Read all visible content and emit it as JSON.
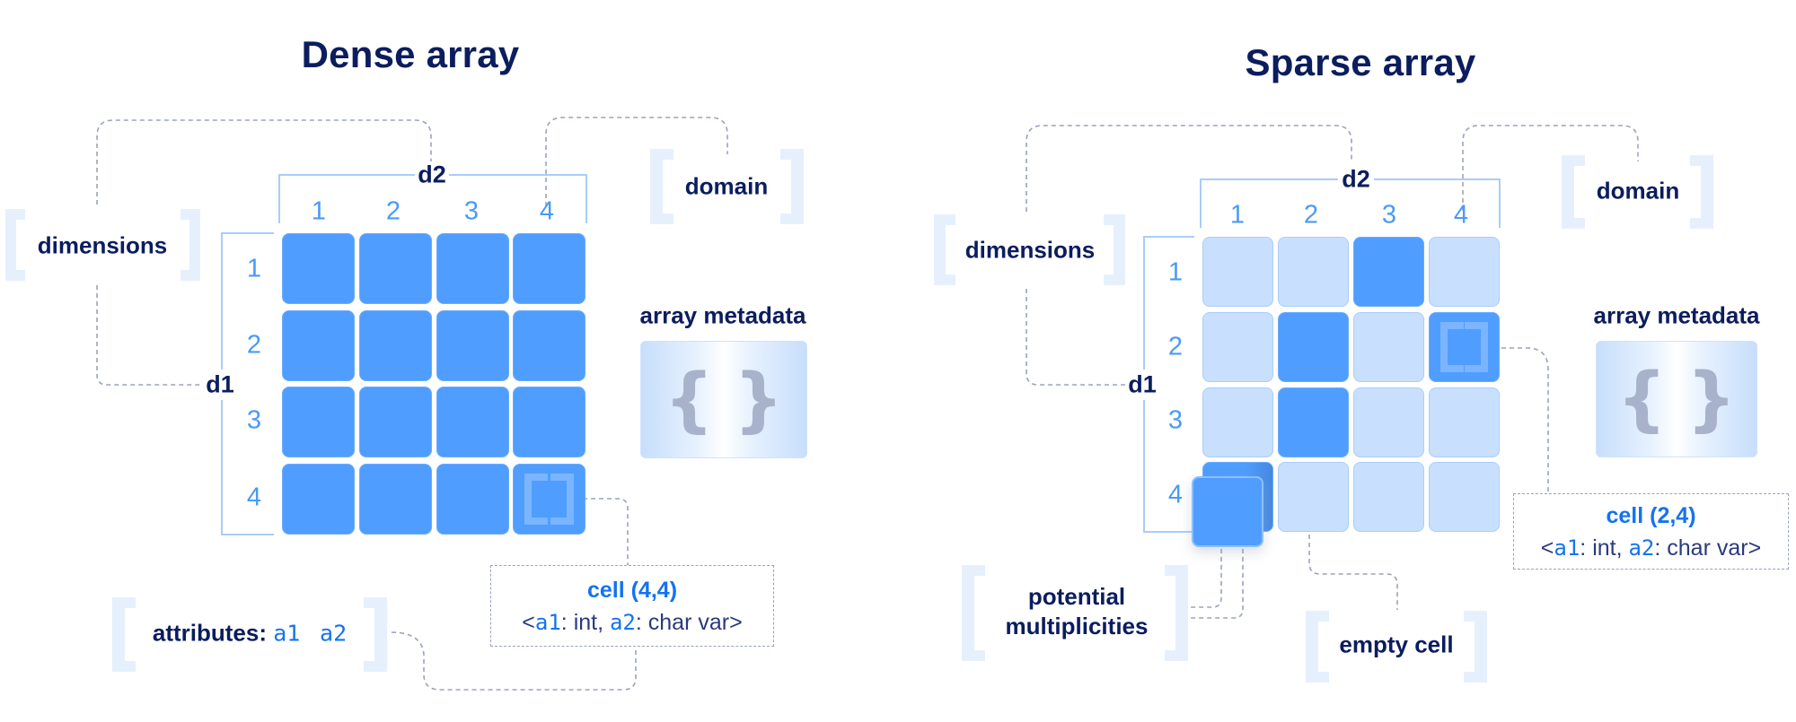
{
  "colors": {
    "title": "#0b1d5e",
    "filled_cell": "#4f9dff",
    "empty_cell": "#c8e0fd",
    "tick": "#4a9af7",
    "accent": "#1473f0",
    "bracket": "#e6f0fd",
    "dashed": "#9aa3bd"
  },
  "dense": {
    "title": "Dense array",
    "dimensions_label": "dimensions",
    "domain_label": "domain",
    "metadata_label": "array metadata",
    "metadata_icon": "curly-braces-icon",
    "metadata_glyph": "{}",
    "d1_label": "d1",
    "d2_label": "d2",
    "col_ticks": [
      "1",
      "2",
      "3",
      "4"
    ],
    "row_ticks": [
      "1",
      "2",
      "3",
      "4"
    ],
    "grid": [
      [
        "filled",
        "filled",
        "filled",
        "filled"
      ],
      [
        "filled",
        "filled",
        "filled",
        "filled"
      ],
      [
        "filled",
        "filled",
        "filled",
        "filled"
      ],
      [
        "filled",
        "filled",
        "filled",
        "highlighted"
      ]
    ],
    "cell_box": {
      "title_prefix": "cell (",
      "coord1": "4",
      "sep": ",",
      "coord2": "4",
      "title_suffix": ")",
      "schema_open": "<",
      "attr1": "a1",
      "type1": ": int, ",
      "attr2": "a2",
      "type2": ": char var>"
    },
    "attributes": {
      "label": "attributes:",
      "attr1": "a1",
      "attr2": "a2"
    }
  },
  "sparse": {
    "title": "Sparse array",
    "dimensions_label": "dimensions",
    "domain_label": "domain",
    "metadata_label": "array metadata",
    "metadata_icon": "curly-braces-icon",
    "metadata_glyph": "{}",
    "d1_label": "d1",
    "d2_label": "d2",
    "col_ticks": [
      "1",
      "2",
      "3",
      "4"
    ],
    "row_ticks": [
      "1",
      "2",
      "3",
      "4"
    ],
    "grid": [
      [
        "empty",
        "empty",
        "filled",
        "empty"
      ],
      [
        "empty",
        "filled",
        "empty",
        "highlighted"
      ],
      [
        "empty",
        "filled",
        "empty",
        "empty"
      ],
      [
        "multiple",
        "empty",
        "empty",
        "empty"
      ]
    ],
    "cell_box": {
      "title_prefix": "cell (",
      "coord1": "2",
      "sep": ",",
      "coord2": "4",
      "title_suffix": ")",
      "schema_open": "<",
      "attr1": "a1",
      "type1": ": int, ",
      "attr2": "a2",
      "type2": ": char var>"
    },
    "multiplicities_label_line1": "potential",
    "multiplicities_label_line2": "multiplicities",
    "empty_cell_label": "empty cell"
  }
}
